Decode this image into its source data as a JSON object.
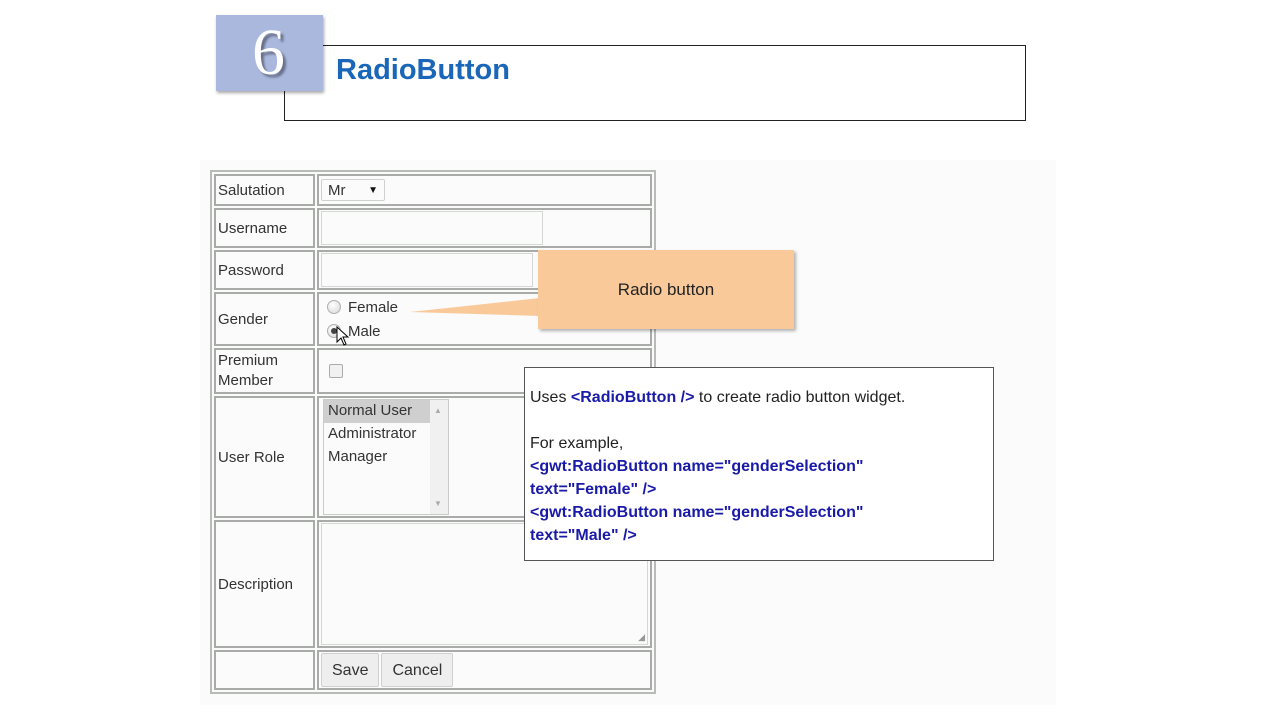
{
  "header": {
    "step_number": "6",
    "title": "RadioButton"
  },
  "form": {
    "salutation": {
      "label": "Salutation",
      "selected": "Mr"
    },
    "username": {
      "label": "Username",
      "value": ""
    },
    "password": {
      "label": "Password",
      "value": ""
    },
    "gender": {
      "label": "Gender",
      "options": [
        {
          "label": "Female",
          "checked": false
        },
        {
          "label": "Male",
          "checked": true
        }
      ]
    },
    "premium": {
      "label_line1": "Premium",
      "label_line2": "Member",
      "checked": false
    },
    "user_role": {
      "label": "User Role",
      "options": [
        "Normal User",
        "Administrator",
        "Manager"
      ],
      "selected": "Normal User"
    },
    "description": {
      "label": "Description",
      "value": ""
    },
    "buttons": {
      "save": "Save",
      "cancel": "Cancel"
    }
  },
  "callout": {
    "text": "Radio button",
    "color": "#f9c99a"
  },
  "info": {
    "line1_prefix": "Uses ",
    "line1_code": "<RadioButton />",
    "line1_suffix": " to create radio button widget.",
    "example_intro": "For example,",
    "code_lines": [
      "<gwt:RadioButton name=\"genderSelection\"",
      "text=\"Female\" />",
      "<gwt:RadioButton name=\"genderSelection\"",
      "text=\"Male\" />"
    ],
    "code_color": "#1a1aa8"
  },
  "colors": {
    "title": "#1a66b8",
    "badge": "#a9b8dc"
  }
}
